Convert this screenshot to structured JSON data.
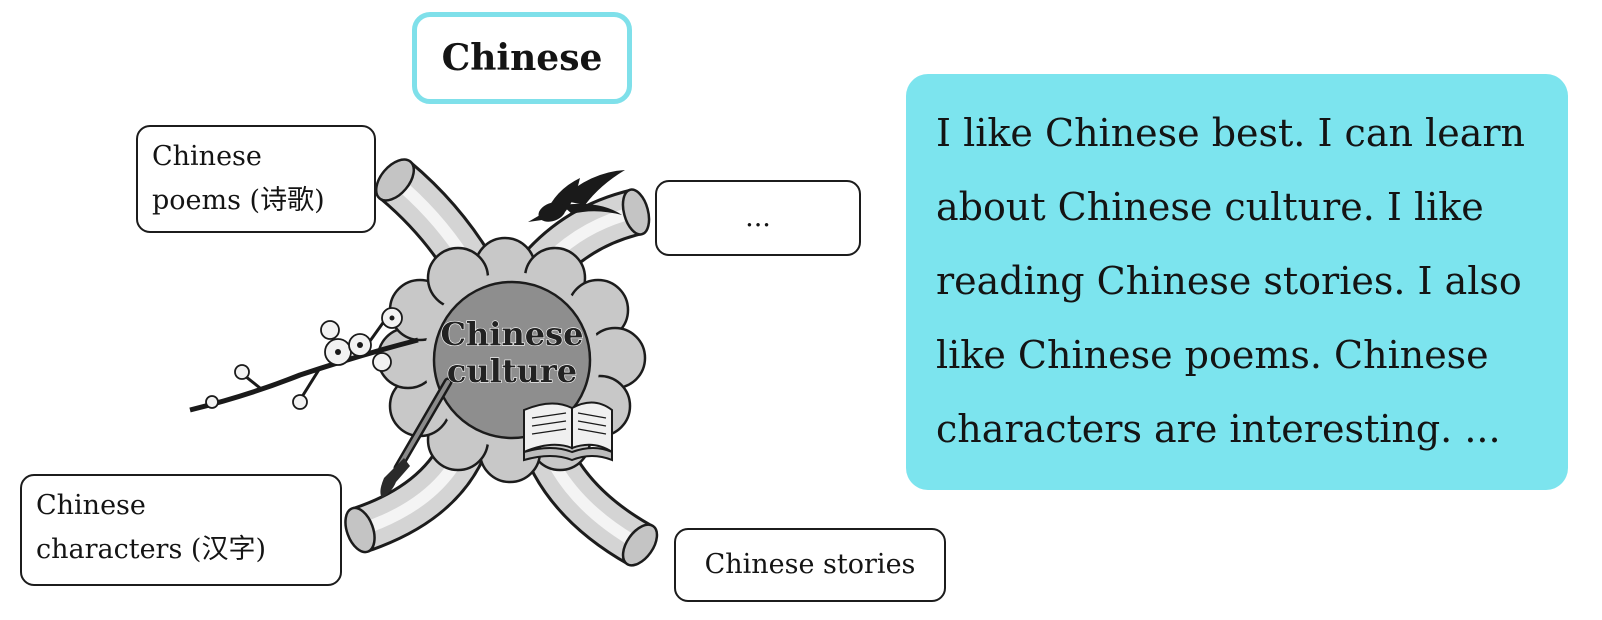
{
  "title": "Chinese",
  "center": {
    "line1": "Chinese",
    "line2": "culture"
  },
  "branches": {
    "poems": {
      "line1": "Chinese",
      "line2": "poems (诗歌)"
    },
    "more": {
      "text": "..."
    },
    "characters": {
      "line1": "Chinese",
      "line2": "characters (汉字)"
    },
    "stories": {
      "text": "Chinese stories"
    }
  },
  "paragraph": {
    "lines": [
      "I like Chinese best. I can learn",
      "about Chinese culture. I like",
      "reading Chinese stories. I also",
      "like Chinese poems. Chinese",
      "characters are interesting. ..."
    ]
  },
  "colors": {
    "accent_cyan": "#7ce4ee",
    "title_border": "#7fe0ea",
    "center_fill": "#8e8e8e",
    "cloud_fill": "#c8c8c8",
    "stroke": "#1c1c1c"
  },
  "icons": [
    "swallow-bird-icon",
    "plum-blossom-branch-icon",
    "calligraphy-brush-icon",
    "open-book-icon"
  ]
}
